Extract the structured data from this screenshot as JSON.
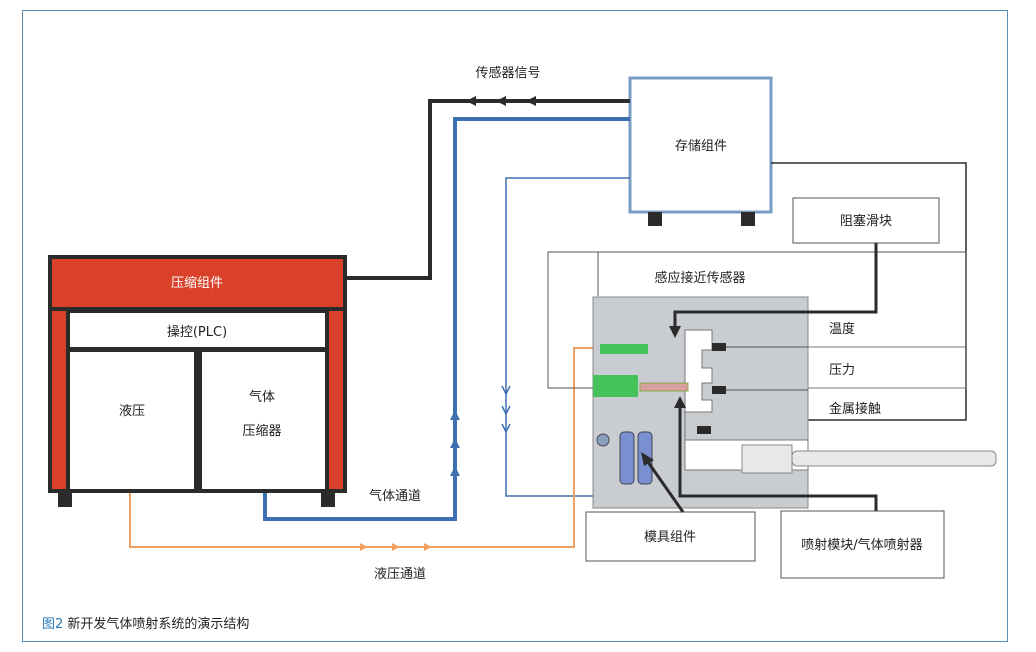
{
  "diagram": {
    "labels": {
      "sensor_signal": "传感器信号",
      "storage": "存储组件",
      "block_slider": "阻塞滑块",
      "proximity_sensor": "感应接近传感器",
      "compression_unit": "压缩组件",
      "plc": "操控(PLC)",
      "hydraulic": "液压",
      "gas_line1": "气体",
      "gas_line2": "压缩器",
      "temperature": "温度",
      "pressure": "压力",
      "metal_contact": "金属接触",
      "gas_channel": "气体通道",
      "hydraulic_channel": "液压通道",
      "mold_unit": "模具组件",
      "injection_unit": "喷射模块/气体喷射器"
    },
    "colors": {
      "red": "#d9412b",
      "dark": "#2b2b2b",
      "blue": "#3d6fb0",
      "orange": "#f0a060",
      "green": "#46c25a",
      "steel": "#c9ccd0"
    }
  },
  "caption": {
    "number": "图2",
    "text": "新开发气体喷射系统的演示结构"
  }
}
